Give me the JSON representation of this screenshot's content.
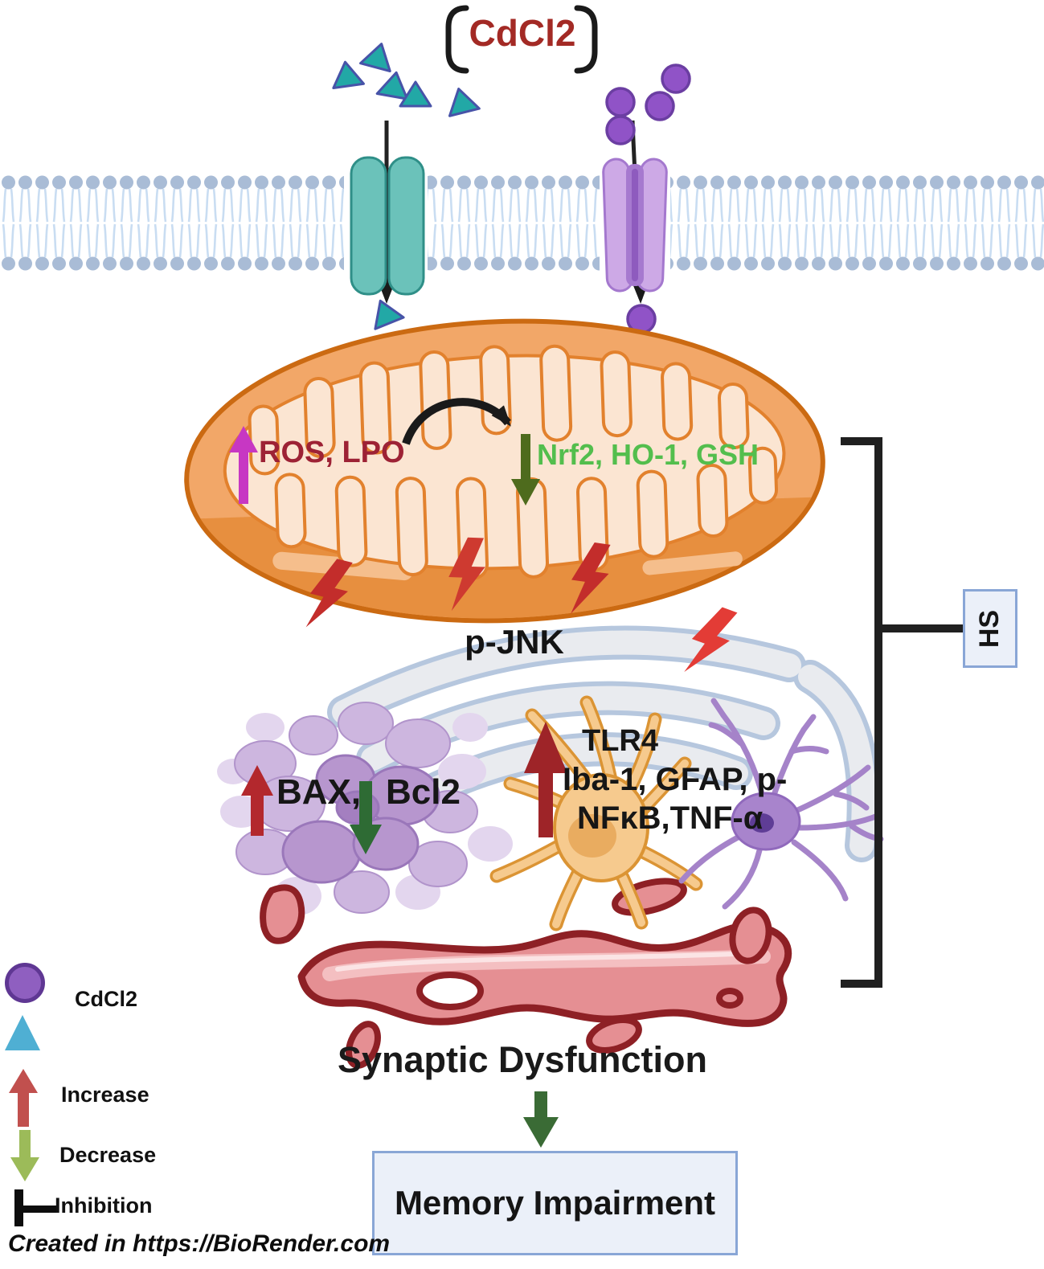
{
  "title": {
    "label": "CdCl2"
  },
  "mitochondria": {
    "increase_text": "ROS, LPO",
    "decrease_text": "Nrf2, HO-1, GSH"
  },
  "er": {
    "label": "p-JNK"
  },
  "apoptosis": {
    "bax": "BAX,",
    "bcl2": "Bcl2"
  },
  "neuroinflammation": {
    "line1": "TLR4",
    "line2": "Iba-1, GFAP, p-",
    "line3": "NFκB,TNF-α"
  },
  "inhibitor": {
    "label": "HS"
  },
  "outcome": {
    "synaptic": "Synaptic Dysfunction",
    "memory": "Memory Impairment"
  },
  "legend": {
    "items": [
      {
        "icon": "cdcl2-particle-icons",
        "label": "CdCl2"
      },
      {
        "icon": "up-arrow-icon",
        "label": "Increase",
        "color": "#C1504E"
      },
      {
        "icon": "down-arrow-icon",
        "label": "Decrease",
        "color": "#9CBB59"
      },
      {
        "icon": "inhibition-bar-icon",
        "label": "Inhibition",
        "color": "#000000"
      }
    ]
  },
  "attribution": "Created in  https://BioRender.com",
  "colors": {
    "title_red": "#A32A25",
    "ros_red": "#9D2235",
    "antioxidant_green": "#53BE4D",
    "increase_red": "#C1504E",
    "decrease_green": "#9CBB59",
    "tlr4_arrow_red": "#9E2428",
    "bax_arrow_red": "#B3282D",
    "bcl2_arrow_green": "#2E6B34",
    "box_border_blue": "#89A6D6",
    "membrane_blue": "#A9BCD6",
    "mitochondria_orange": "#F2A768",
    "er_gray": "#E9EBEF",
    "microglia_purple": "#A884CC",
    "astrocyte_orange": "#F6CA8E",
    "synapse_red": "#8E2025"
  }
}
